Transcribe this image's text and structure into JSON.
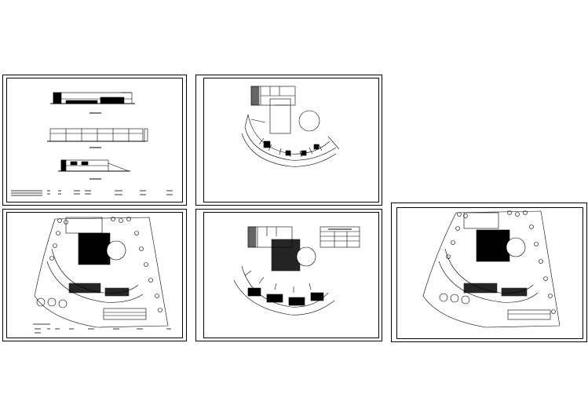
{
  "canvas": {
    "background": "#ffffff"
  },
  "colors": {
    "line": "#000000",
    "paper": "#ffffff",
    "fill_dark": "#000000"
  },
  "sheets": [
    {
      "id": "sheet-elevations",
      "kind": "elevation-drawings",
      "elevation_count": 3
    },
    {
      "id": "sheet-floor-plan-a",
      "kind": "floor-plan"
    },
    {
      "id": "sheet-site-plan-a",
      "kind": "site-plan"
    },
    {
      "id": "sheet-floor-plan-b",
      "kind": "floor-plan-with-table"
    },
    {
      "id": "sheet-site-plan-b",
      "kind": "site-plan"
    }
  ],
  "icons": [
    "drawing-sheet-icon",
    "site-tree-icon",
    "round-hall-icon"
  ]
}
